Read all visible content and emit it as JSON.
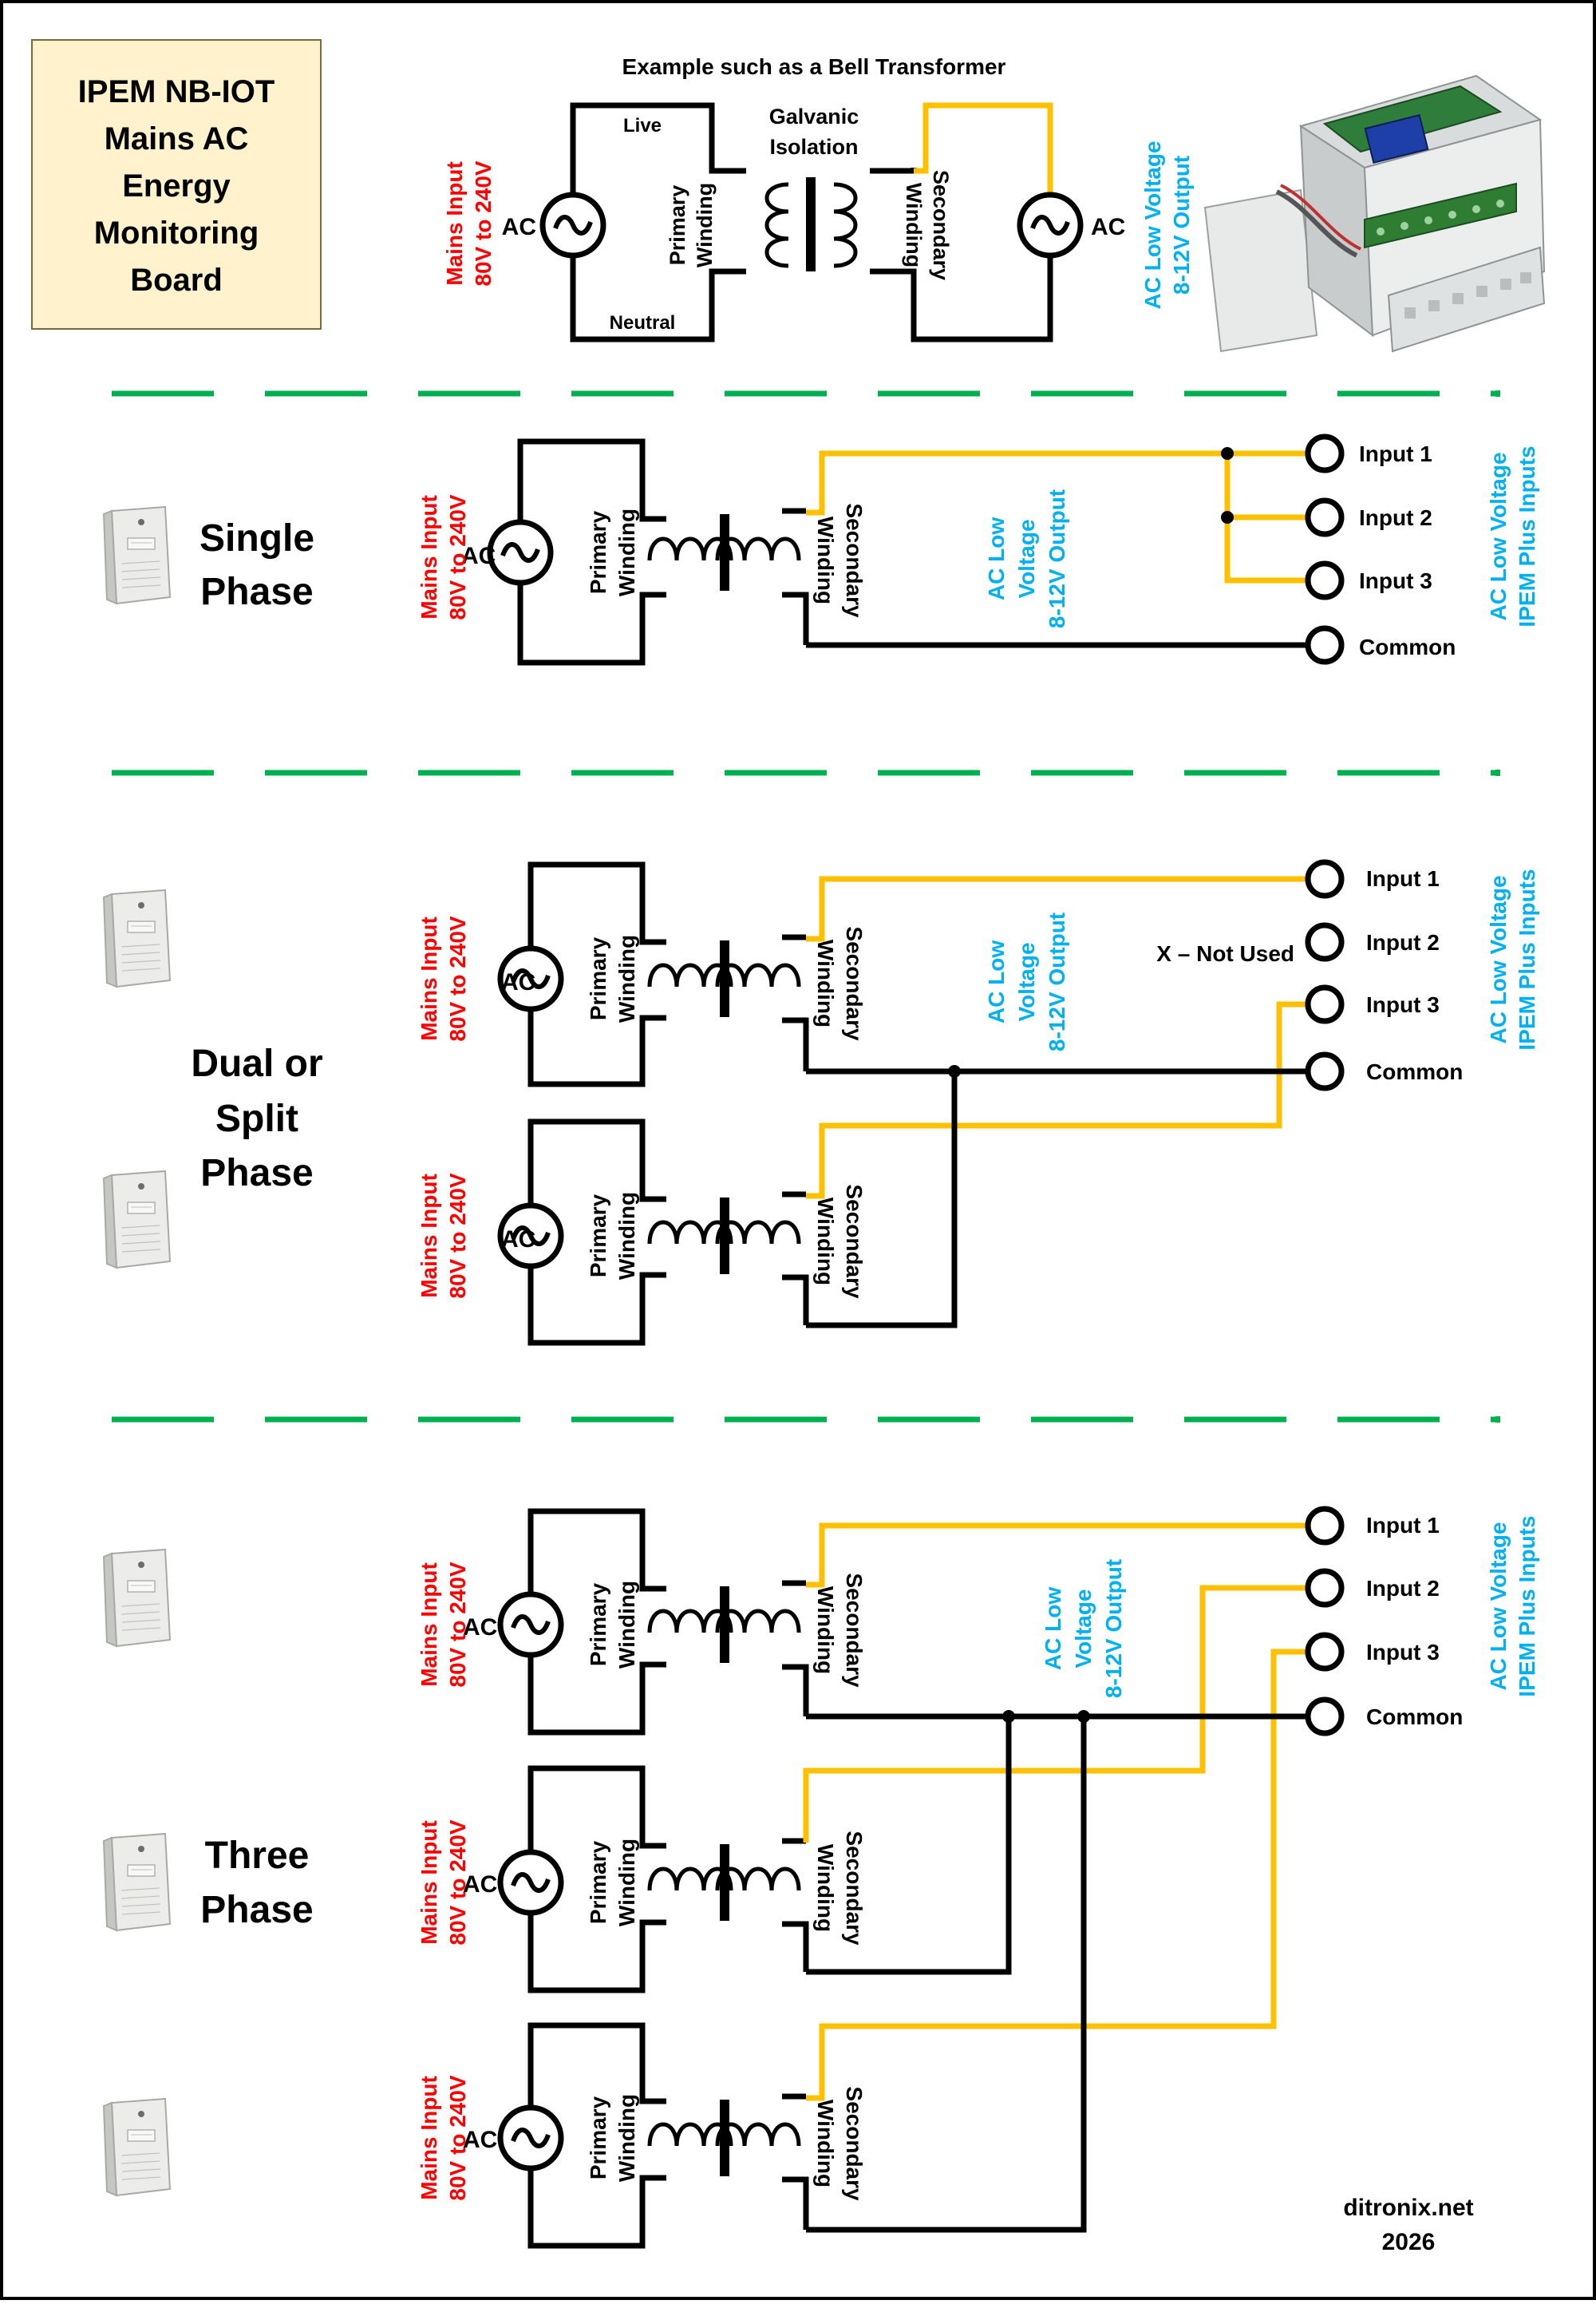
{
  "title_box": {
    "lines": [
      "IPEM NB-IOT",
      "Mains AC",
      "Energy",
      "Monitoring",
      "Board"
    ]
  },
  "top_example": {
    "caption": "Example such as a Bell Transformer",
    "live": "Live",
    "neutral": "Neutral",
    "isolation_line1": "Galvanic",
    "isolation_line2": "Isolation",
    "mains_line1": "Mains Input",
    "mains_line2": "80V to 240V",
    "ac_left": "AC",
    "ac_right": "AC",
    "primary_line1": "Primary",
    "primary_line2": "Winding",
    "secondary_line1": "Secondary",
    "secondary_line2": "Winding",
    "output_line1": "AC Low Voltage",
    "output_line2": "8-12V Output"
  },
  "common_labels": {
    "mains_line1": "Mains Input",
    "mains_line2": "80V to 240V",
    "ac": "AC",
    "primary_line1": "Primary",
    "primary_line2": "Winding",
    "secondary_line1": "Secondary",
    "secondary_line2": "Winding",
    "out_line1": "AC Low",
    "out_line2": "Voltage",
    "out_line3": "8-12V Output",
    "ipem_line1": "AC Low Voltage",
    "ipem_line2": "IPEM Plus Inputs",
    "input1": "Input 1",
    "input2": "Input 2",
    "input3": "Input 3",
    "common": "Common",
    "not_used": "X – Not Used"
  },
  "sections": {
    "single": {
      "line1": "Single",
      "line2": "Phase"
    },
    "dual": {
      "line1": "Dual or",
      "line2": "Split",
      "line3": "Phase"
    },
    "three": {
      "line1": "Three",
      "line2": "Phase"
    }
  },
  "footer": {
    "site": "ditronix.net",
    "year": "2026"
  },
  "colors": {
    "border": "#000000",
    "wire_black": "#000000",
    "wire_yellow": "#FFC000",
    "mains_red": "#FF0000",
    "output_blue": "#00B0F0",
    "separator_green": "#00B050",
    "title_fill": "#FFF2CC"
  }
}
